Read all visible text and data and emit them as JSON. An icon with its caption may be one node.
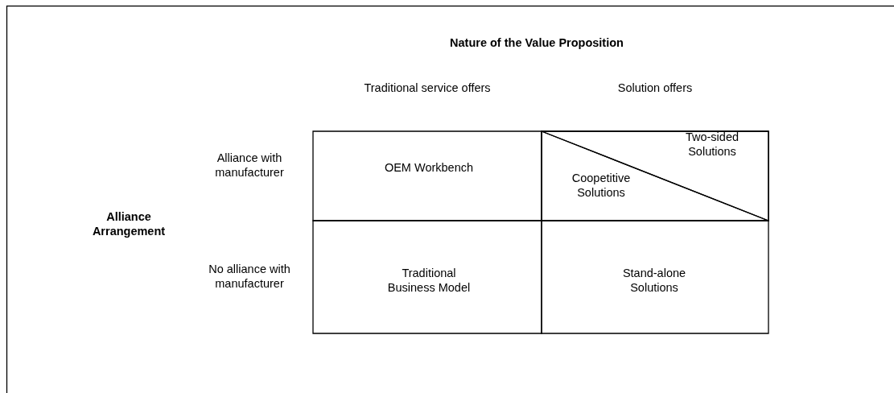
{
  "diagram": {
    "nodes": [
      {
        "text": [
          "OEM Workbench"
        ]
      },
      {
        "text": [],
        "shape": "box"
      },
      {
        "text": [
          "Two-sided Solutions"
        ],
        "in": 1
      },
      {
        "text": [
          "Coopetitive Solutions"
        ],
        "in": 1
      },
      {
        "text": [
          "Traditional Business Model"
        ]
      },
      {
        "text": [
          "Stand-alone Solutions"
        ]
      }
    ],
    "edges": [],
    "labels": [
      "Nature of the Value Proposition",
      "Traditional service offers",
      "Solution offers",
      "Alliance with manufacturer",
      "Alliance Arrangement",
      "No alliance with manufacturer"
    ]
  }
}
